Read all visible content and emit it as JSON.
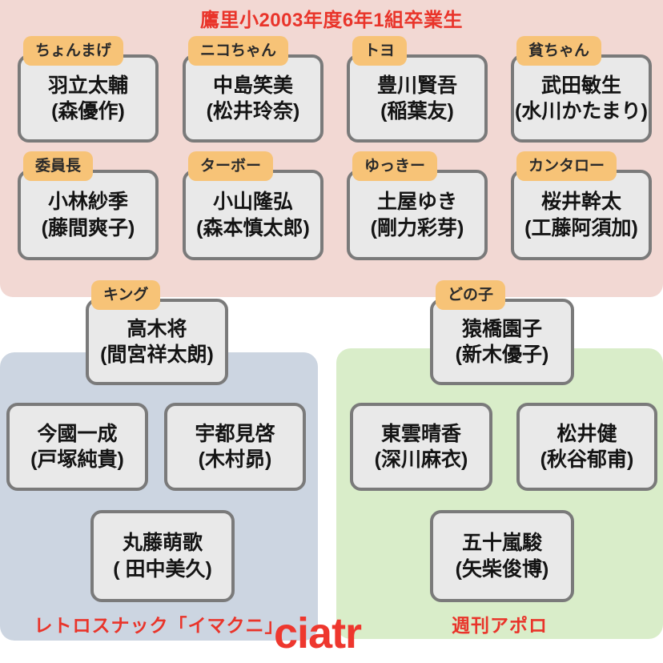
{
  "title": "鷹里小2003年度6年1組卒業生",
  "classmates": [
    {
      "label": "ちょんまげ",
      "name": "羽立太輔",
      "actor": "(森優作)"
    },
    {
      "label": "ニコちゃん",
      "name": "中島笑美",
      "actor": "(松井玲奈)"
    },
    {
      "label": "トヨ",
      "name": "豊川賢吾",
      "actor": "(稲葉友)"
    },
    {
      "label": "貧ちゃん",
      "name": "武田敏生",
      "actor": "(水川かたまり)"
    },
    {
      "label": "委員長",
      "name": "小林紗季",
      "actor": "(藤間爽子)"
    },
    {
      "label": "ターボー",
      "name": "小山隆弘",
      "actor": "(森本慎太郎)"
    },
    {
      "label": "ゆっきー",
      "name": "土屋ゆき",
      "actor": "(剛力彩芽)"
    },
    {
      "label": "カンタロー",
      "name": "桜井幹太",
      "actor": "(工藤阿須加)"
    },
    {
      "label": "キング",
      "name": "高木将",
      "actor": "(間宮祥太朗)"
    },
    {
      "label": "どの子",
      "name": "猿橋園子",
      "actor": "(新木優子)"
    }
  ],
  "snack_group": {
    "caption": "レトロスナック「イマクニ」",
    "members": [
      {
        "name": "今國一成",
        "actor": "(戸塚純貴)"
      },
      {
        "name": "宇都見啓",
        "actor": "(木村昴)"
      },
      {
        "name": "丸藤萌歌",
        "actor": "( 田中美久)"
      }
    ]
  },
  "apollo_group": {
    "caption": "週刊アポロ",
    "members": [
      {
        "name": "東雲晴香",
        "actor": "(深川麻衣)"
      },
      {
        "name": "松井健",
        "actor": "(秋谷郁甫)"
      },
      {
        "name": "五十嵐駿",
        "actor": "(矢柴俊博)"
      }
    ]
  },
  "watermark": "ciatr",
  "colors": {
    "class_section_pink": "#f2d8d3",
    "snack_section_blue": "#ccd5e1",
    "apollo_section_green": "#d9edc9",
    "nickname_tag_orange": "#f7c377",
    "card_gray": "#e9e9e9",
    "card_border_gray": "#7a7a7a",
    "accent_red": "#e9342a"
  }
}
